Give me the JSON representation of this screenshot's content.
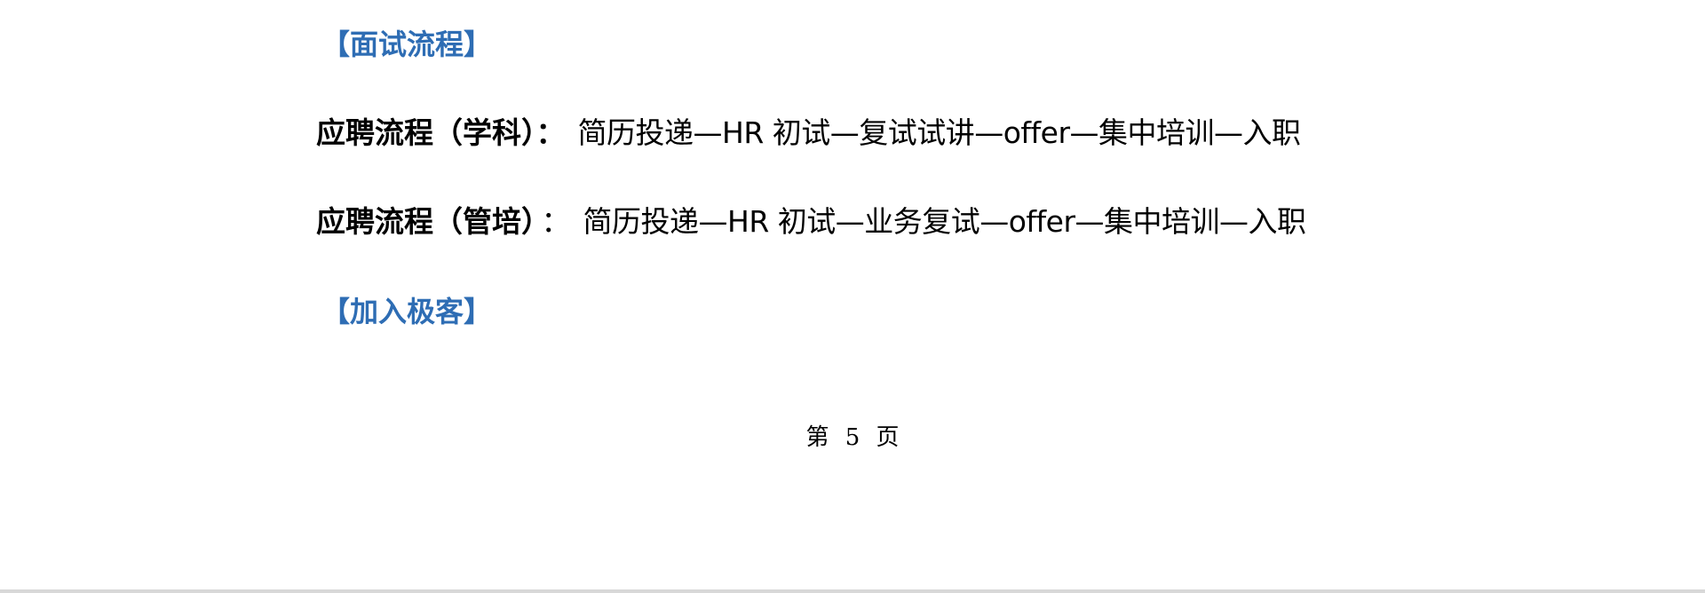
{
  "sections": {
    "interview_heading": "【面试流程】",
    "join_heading": "【加入极客】"
  },
  "flows": [
    {
      "label": "应聘流程（学科）",
      "colon": "：",
      "steps": "简历投递—HR 初试—复试试讲—offer—集中培训—入职"
    },
    {
      "label": "应聘流程（管培）",
      "colon": "：",
      "steps": "简历投递—HR 初试—业务复试—offer—集中培训—入职"
    }
  ],
  "footer": {
    "page_label": "第 5 页"
  },
  "colors": {
    "heading": "#2e6db4",
    "text": "#000000",
    "background": "#ffffff"
  }
}
